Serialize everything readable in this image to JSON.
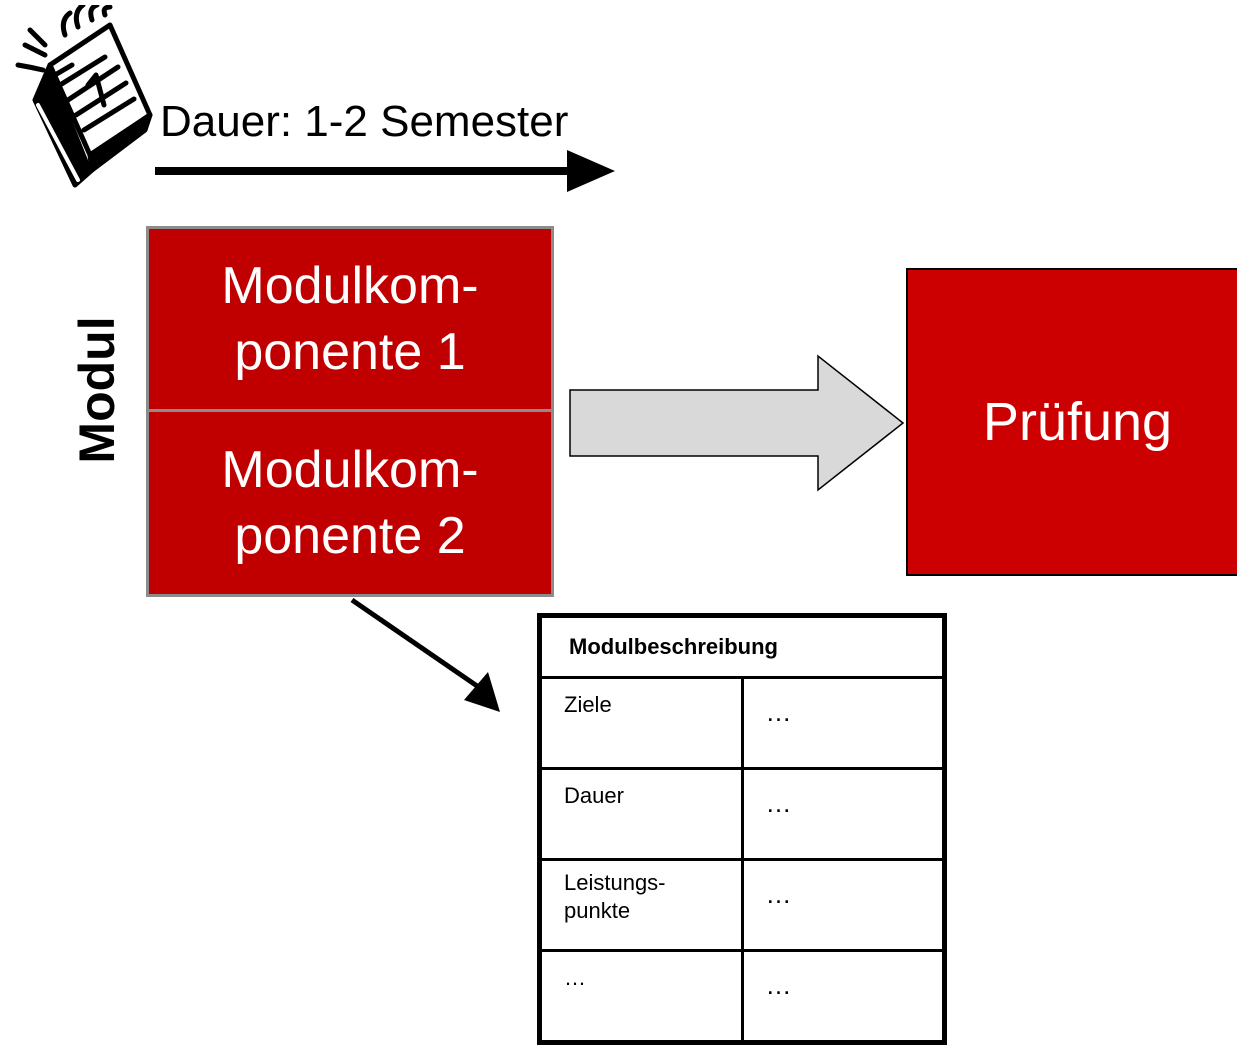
{
  "duration": {
    "label": "Dauer: 1-2 Semester"
  },
  "module": {
    "label": "Modul",
    "components": [
      {
        "line1": "Modulkom-",
        "line2": "ponente 1"
      },
      {
        "line1": "Modulkom-",
        "line2": "ponente 2"
      }
    ]
  },
  "exam": {
    "label": "Prüfung"
  },
  "description": {
    "title": "Modulbeschreibung",
    "rows": [
      {
        "key": "Ziele",
        "value": "…"
      },
      {
        "key": "Dauer",
        "value": "…"
      },
      {
        "key": "Leistungs-\npunkte",
        "value": "…"
      },
      {
        "key": "…",
        "value": "…"
      }
    ]
  },
  "colors": {
    "component_fill": "#c00000",
    "exam_fill": "#cc0000",
    "arrow_fill": "#d9d9d9",
    "component_border": "#8c8c8c"
  },
  "icons": {
    "calendar": "calendar-icon"
  }
}
